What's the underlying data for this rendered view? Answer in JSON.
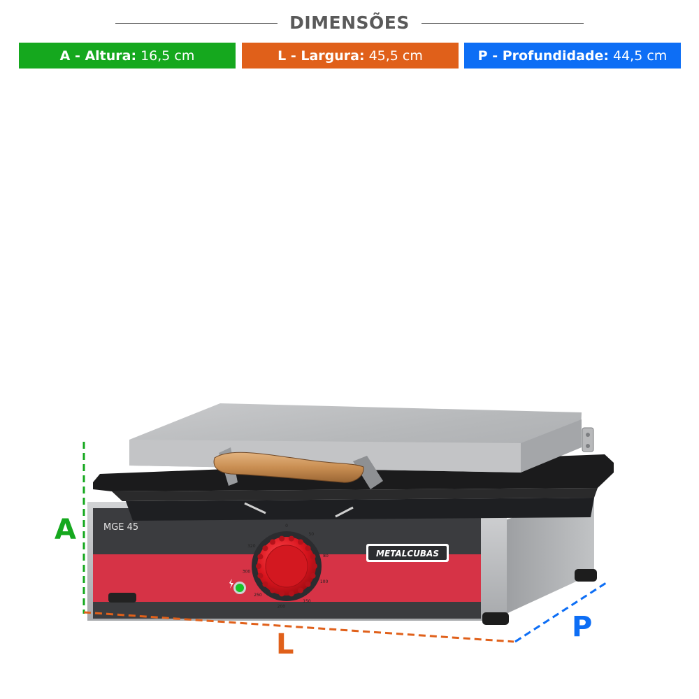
{
  "header": {
    "title": "DIMENSÕES"
  },
  "dimensions": [
    {
      "label": "A - Altura:",
      "value": "16,5 cm",
      "color": "#15a81e"
    },
    {
      "label": "L - Largura:",
      "value": "45,5 cm",
      "color": "#e0601a"
    },
    {
      "label": "P - Profundidade:",
      "value": "44,5 cm",
      "color": "#0d6ef5"
    }
  ],
  "product": {
    "model": "MGE 45",
    "brand": "METALCUBAS",
    "panel_color": "#d63346",
    "knob_color": "#d8141d",
    "knob_scale": [
      "0",
      "50",
      "80",
      "100",
      "150",
      "200",
      "250",
      "300",
      "320"
    ]
  },
  "axes": {
    "height_letter": "A",
    "width_letter": "L",
    "depth_letter": "P"
  }
}
